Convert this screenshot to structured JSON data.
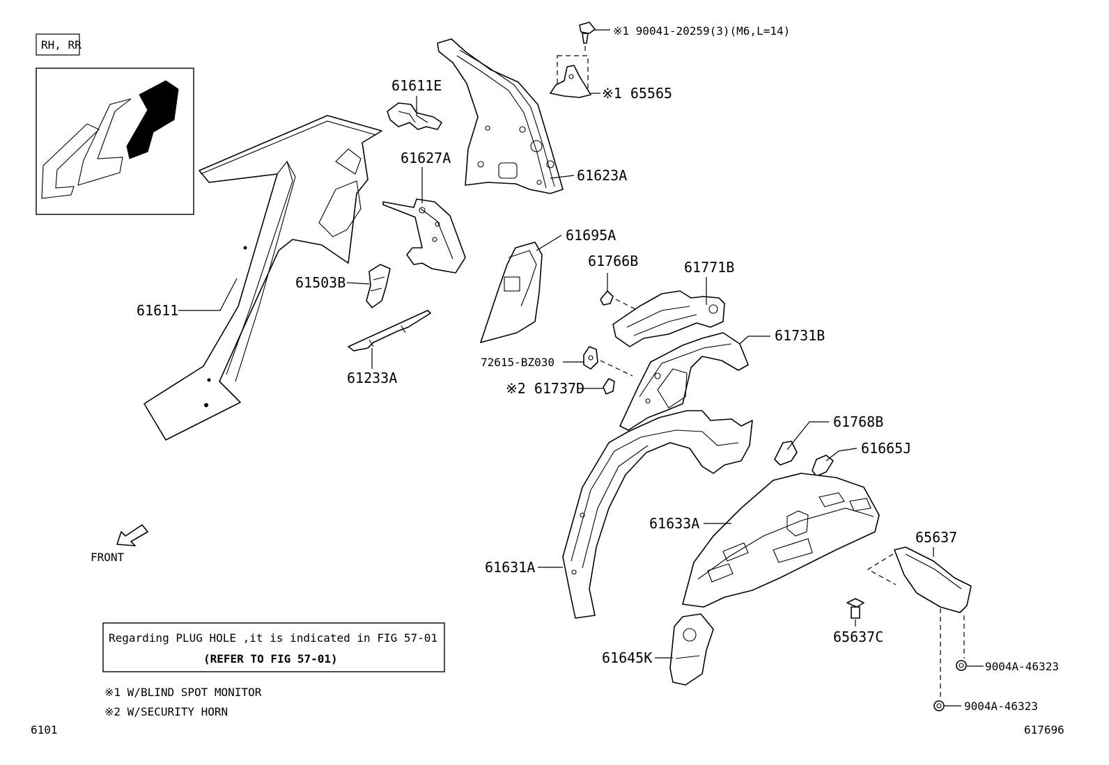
{
  "view_label": "RH, RR",
  "front_label": "FRONT",
  "note_box": {
    "line1": "Regarding PLUG HOLE ,it is indicated in FIG 57-01",
    "line2": "(REFER TO FIG 57-01)"
  },
  "footnotes": [
    "※1 W/BLIND SPOT MONITOR",
    "※2 W/SECURITY HORN"
  ],
  "figure_number": "6101",
  "illustration_id": "617696",
  "parts": {
    "p90041": "※1 90041-20259(3)(M6,L=14)",
    "p65565": "※1 65565",
    "p61611E": "61611E",
    "p61627A": "61627A",
    "p61623A": "61623A",
    "p61695A": "61695A",
    "p61503B": "61503B",
    "p61611": "61611",
    "p61233A": "61233A",
    "p61766B": "61766B",
    "p61771B": "61771B",
    "p61731B": "61731B",
    "p72615": "72615-BZ030",
    "p61737D": "※2 61737D",
    "p61768B": "61768B",
    "p61665J": "61665J",
    "p61633A": "61633A",
    "p61631A": "61631A",
    "p65637": "65637",
    "p65637C": "65637C",
    "p61645K": "61645K",
    "p9004A_1": "9004A-46323",
    "p9004A_2": "9004A-46323"
  }
}
